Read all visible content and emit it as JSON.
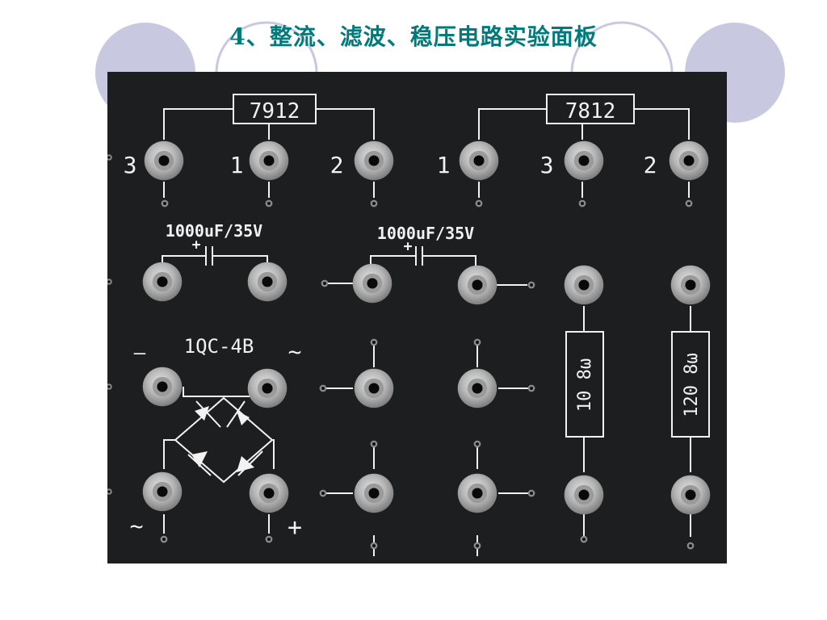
{
  "title": "4、整流、滤波、稳压电路实验面板",
  "colors": {
    "title": "#007a7a",
    "circles": "#c8c8e0",
    "board": "#1d1e1f",
    "silkscreen": "#f2f2f2"
  },
  "board": {
    "reg_7912": {
      "label": "7912",
      "pins": [
        "3",
        "1",
        "2"
      ]
    },
    "reg_7812": {
      "label": "7812",
      "pins": [
        "1",
        "3",
        "2"
      ]
    },
    "capacitor_1": {
      "label": "1000uF/35V",
      "polarity": "+"
    },
    "capacitor_2": {
      "label": "1000uF/35V",
      "polarity": "+"
    },
    "bridge": {
      "label": "1QC-4B",
      "minus": "–",
      "ac_top": "~",
      "ac_bottom": "~",
      "plus": "+"
    },
    "resistor_1": {
      "label": "10  8ω"
    },
    "resistor_2": {
      "label": "120  8ω"
    }
  }
}
